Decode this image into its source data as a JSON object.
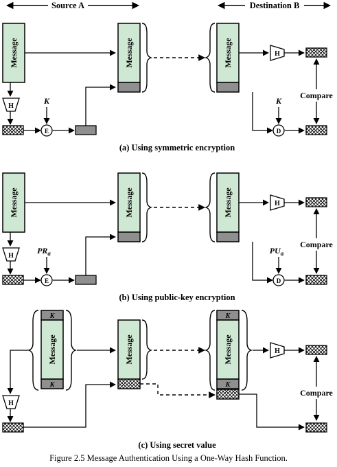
{
  "header": {
    "source": "Source A",
    "destination": "Destination B"
  },
  "labels": {
    "message": "Message",
    "hash": "H",
    "encrypt": "E",
    "decrypt": "D",
    "compare": "Compare",
    "secret_key": "K",
    "private_key": "PR",
    "private_key_sub": "a",
    "public_key": "PU",
    "public_key_sub": "a"
  },
  "panels": [
    {
      "caption": "(a) Using symmetric encryption"
    },
    {
      "caption": "(b) Using public-key encryption"
    },
    {
      "caption": "(c) Using secret value"
    }
  ],
  "figure_caption": "Figure 2.5  Message Authentication Using a One-Way Hash Function.",
  "colors": {
    "message_fill": "#cfe8d3",
    "block_fill": "#8f8f8f",
    "line": "#000000"
  }
}
